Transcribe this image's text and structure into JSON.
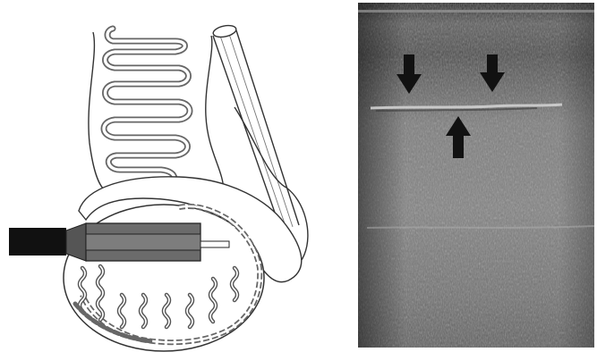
{
  "figure": {
    "left_panel": {
      "kind": "anatomical-schematic",
      "structures": [
        "epididymis-head-coils",
        "vas-deferens",
        "testis",
        "seminiferous-tubules",
        "ultrasound-probe"
      ]
    },
    "right_panel": {
      "kind": "ultrasound-image",
      "arrows": [
        {
          "direction": "down"
        },
        {
          "direction": "down"
        },
        {
          "direction": "up"
        }
      ]
    }
  },
  "colors": {
    "line": "#333333",
    "probe_dark": "#111111",
    "probe_mid": "#6b6b6b",
    "us_dark": "#2a2a2a",
    "us_mid": "#7d7d7d",
    "us_light": "#b5b5b5",
    "arrow": "#111111"
  }
}
